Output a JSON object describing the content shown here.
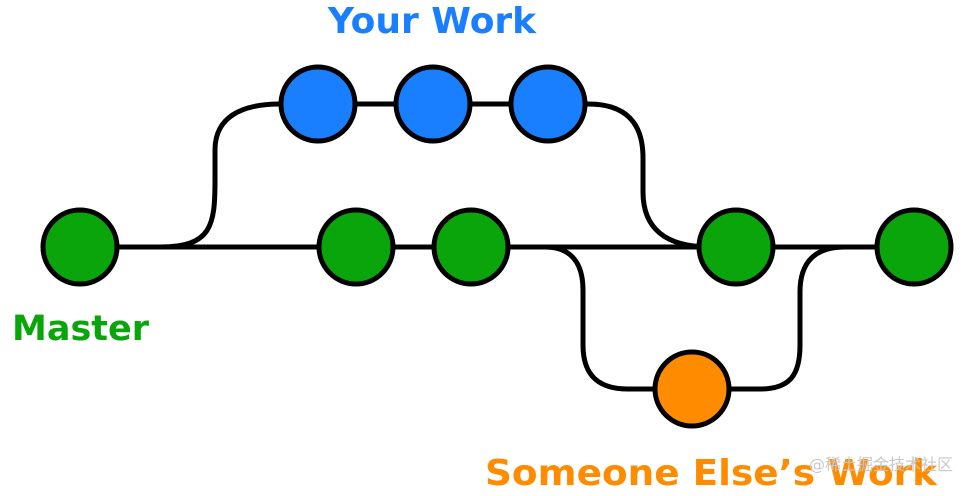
{
  "labels": {
    "your_work": "Your Work",
    "master": "Master",
    "someone_else": "Someone Else’s Work"
  },
  "watermark": "@稀土掘金技术社区",
  "colors": {
    "your_work": "#1a7fff",
    "master": "#0aa50a",
    "someone_else": "#ff8c00",
    "edge": "#000000",
    "watermark": "#c8c8c8"
  }
}
